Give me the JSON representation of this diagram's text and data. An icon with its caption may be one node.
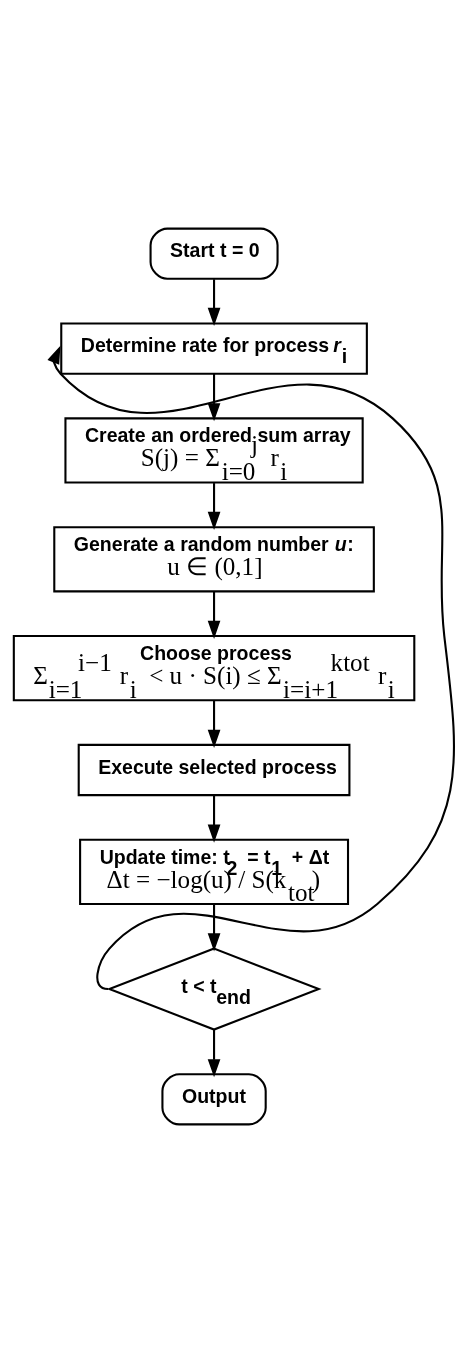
{
  "diagram": {
    "nodes": [
      {
        "text": [
          "Start t = 0"
        ]
      },
      {
        "text": [
          "Determine rate for process *r*$_{i}$"
        ]
      },
      {
        "text": [
          "Create an ordered sum array",
          "S(j) = Σ$_{i=0}$$^{j}$ r$_{i}$"
        ]
      },
      {
        "text": [
          "Generate a random number *u*:",
          "u ∈ (0,1]"
        ]
      },
      {
        "text": [
          "Choose process",
          "Σ$_{i=1}$$^{i−1}$ r$_{i}$ < u · S(i) ≤ Σ$_{i=i+1}$$^{ktot}$ r$_{i}$"
        ]
      },
      {
        "text": [
          "Execute selected process"
        ]
      },
      {
        "text": [
          "Update time: t$_{2}$ = t$_{1}$ + Δt",
          "Δt = −log(u) / S(k$_{tot}$)"
        ]
      },
      {
        "text": [
          "t < t$_{end}$"
        ]
      },
      {
        "text": [
          "Output"
        ]
      }
    ],
    "edges": [
      {
        "from": 0,
        "to": 1,
        "arrow": "to"
      },
      {
        "from": 1,
        "to": 2,
        "arrow": "to"
      },
      {
        "from": 2,
        "to": 3,
        "arrow": "to"
      },
      {
        "from": 3,
        "to": 4,
        "arrow": "to"
      },
      {
        "from": 4,
        "to": 5,
        "arrow": "to"
      },
      {
        "from": 5,
        "to": 6,
        "arrow": "to"
      },
      {
        "from": 6,
        "to": 7,
        "arrow": "to"
      },
      {
        "from": 7,
        "to": 1,
        "arrow": "to"
      },
      {
        "from": 7,
        "to": 8,
        "arrow": "to"
      }
    ]
  }
}
